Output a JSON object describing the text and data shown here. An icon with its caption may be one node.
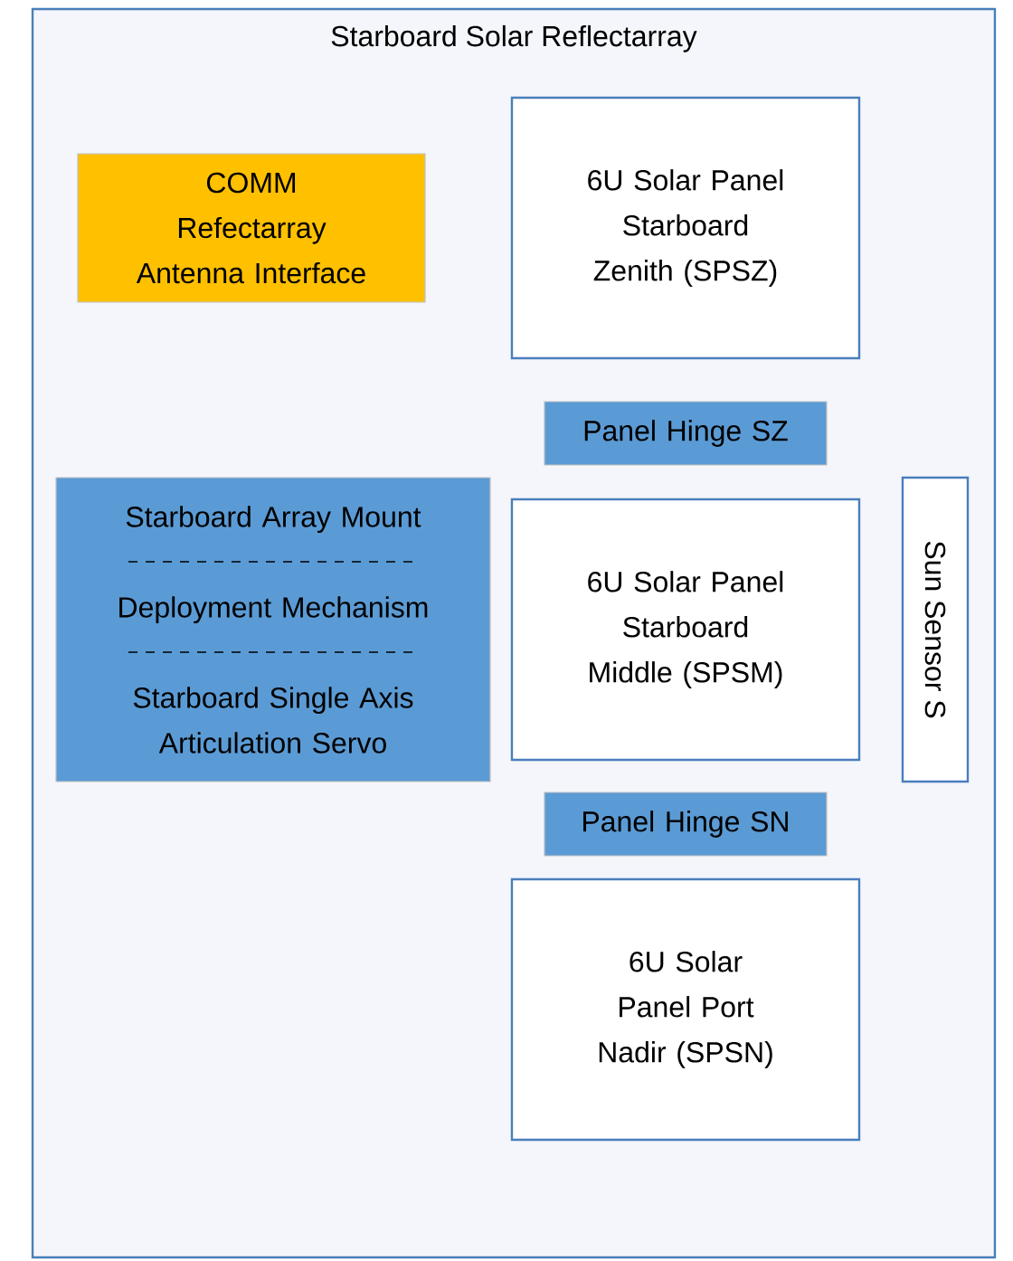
{
  "diagram": {
    "nodes": [
      {
        "text": [
          "Starboard Solar Reflectarray"
        ]
      },
      {
        "text": [
          "COMM Refectarray Antenna Interface"
        ],
        "in": 0
      },
      {
        "text": [
          "6U Solar Panel Starboard Zenith (SPSZ)"
        ],
        "in": 0
      },
      {
        "text": [
          "Panel Hinge SZ"
        ],
        "in": 0
      },
      {
        "text": [
          "Starboard Array Mount",
          "Deployment Mechanism",
          "Starboard Single Axis Articulation Servo"
        ],
        "in": 0
      },
      {
        "text": [
          "6U Solar Panel Starboard Middle (SPSM)"
        ],
        "in": 0
      },
      {
        "text": [
          "Sun Sensor S"
        ],
        "in": 0
      },
      {
        "text": [
          "Panel Hinge SN"
        ],
        "in": 0
      },
      {
        "text": [
          "6U Solar Panel Port Nadir (SPSN)"
        ],
        "in": 0
      }
    ]
  }
}
